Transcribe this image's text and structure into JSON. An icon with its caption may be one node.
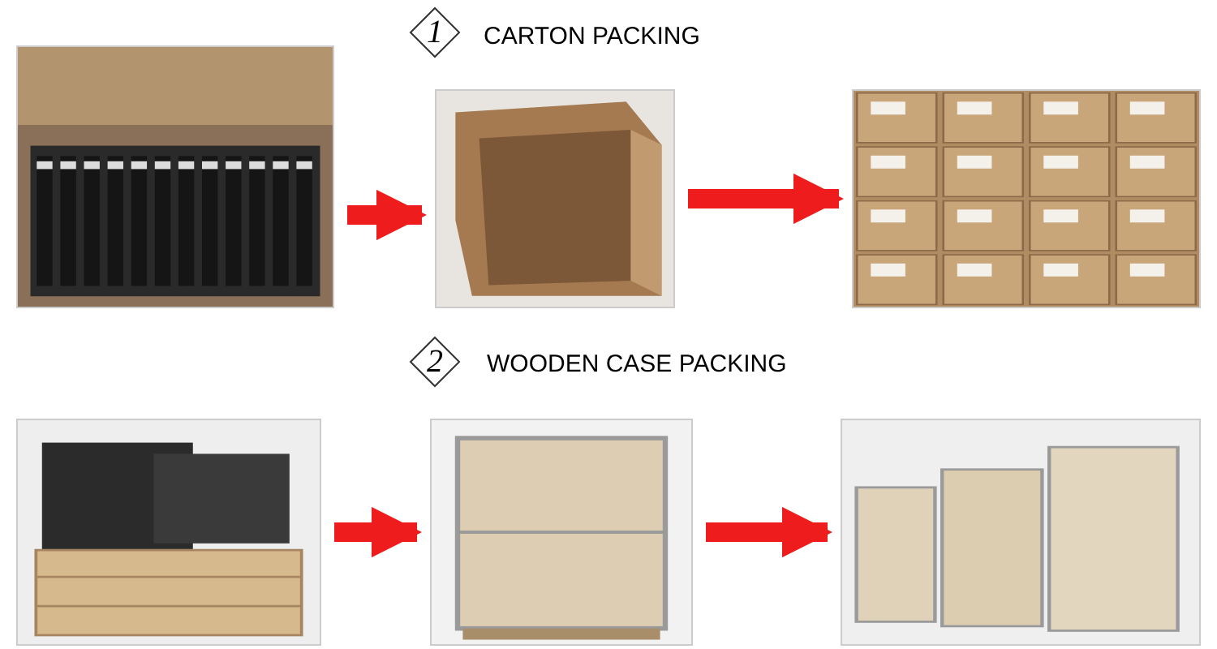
{
  "diagram": {
    "nodes": [
      {
        "text": [
          "1"
        ],
        "beside": [
          "CARTON PACKING"
        ]
      },
      {
        "text": [],
        "shape": "picture"
      },
      {
        "text": [],
        "shape": "picture"
      },
      {
        "text": [],
        "shape": "picture"
      },
      {
        "text": [
          "2"
        ],
        "beside": [
          "WOODEN CASE PACKING"
        ]
      },
      {
        "text": [],
        "shape": "picture"
      },
      {
        "text": [],
        "shape": "picture"
      },
      {
        "text": [],
        "shape": "picture"
      }
    ],
    "edges": [
      {
        "from": 1,
        "to": 2,
        "arrow": "to"
      },
      {
        "from": 2,
        "to": 3,
        "arrow": "to"
      },
      {
        "from": 5,
        "to": 6,
        "arrow": "to"
      },
      {
        "from": 6,
        "to": 7,
        "arrow": "to"
      }
    ]
  }
}
